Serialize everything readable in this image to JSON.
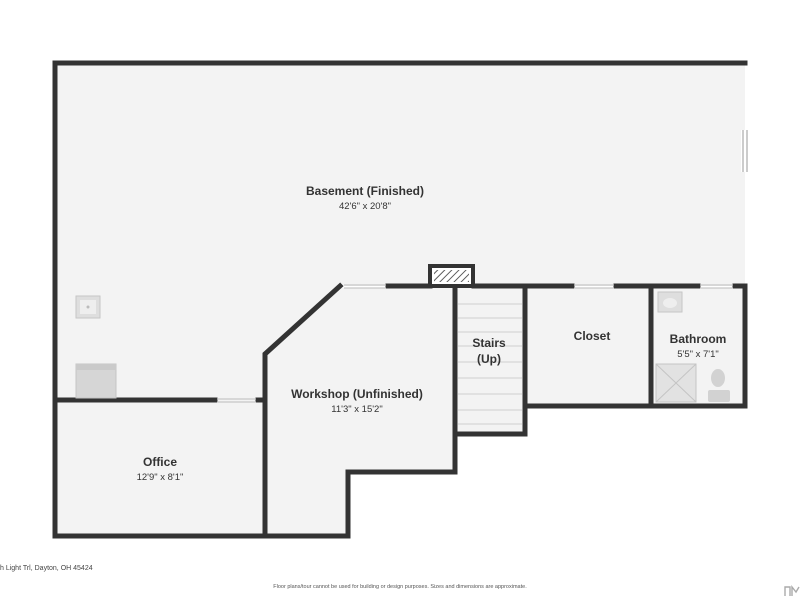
{
  "rooms": {
    "basement": {
      "name": "Basement (Finished)",
      "dims": "42'6\" x 20'8\""
    },
    "stairs": {
      "name_line1": "Stairs",
      "name_line2": "(Up)"
    },
    "closet": {
      "name": "Closet"
    },
    "bathroom": {
      "name": "Bathroom",
      "dims": "5'5\" x 7'1\""
    },
    "workshop": {
      "name": "Workshop (Unfinished)",
      "dims": "11'3\" x 15'2\""
    },
    "office": {
      "name": "Office",
      "dims": "12'9\" x 8'1\""
    }
  },
  "footer": {
    "address": "h Light Trl, Dayton, OH 45424",
    "disclaimer": "Floor plans/tour cannot be used for building or design purposes. Sizes and dimensions are approximate."
  },
  "colors": {
    "wall": "#333333",
    "floor": "#f3f3f3",
    "fixture": "#d6d6d6",
    "text": "#333333"
  }
}
